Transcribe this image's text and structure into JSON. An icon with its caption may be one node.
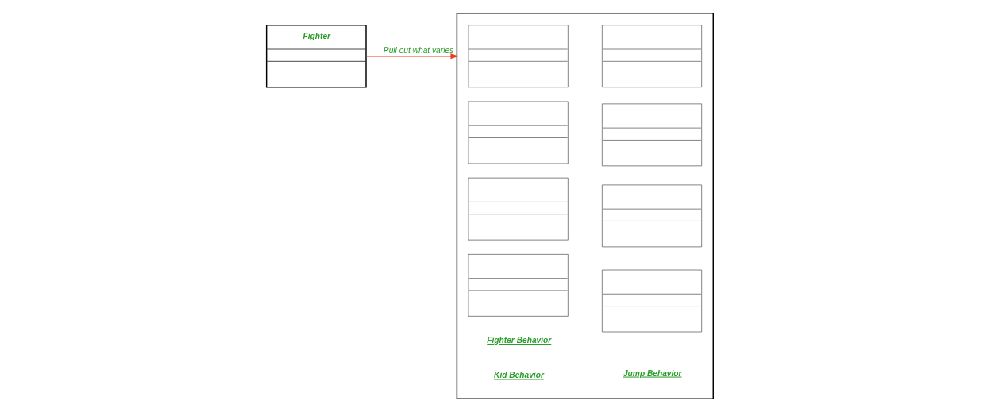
{
  "diagram": {
    "nodes": [
      {
        "text": [
          "Fighter"
        ]
      },
      {
        "text": [],
        "shape": "box"
      },
      {
        "text": [],
        "shape": "box",
        "in": 1
      },
      {
        "text": [],
        "shape": "box",
        "in": 1
      },
      {
        "text": [],
        "shape": "box",
        "in": 1
      },
      {
        "text": [],
        "shape": "box",
        "in": 1
      },
      {
        "text": [],
        "shape": "box",
        "in": 1
      },
      {
        "text": [],
        "shape": "box",
        "in": 1
      },
      {
        "text": [],
        "shape": "box",
        "in": 1
      },
      {
        "text": [],
        "shape": "box",
        "in": 1
      }
    ],
    "edges": [
      {
        "from": 0,
        "to": 1,
        "arrow": "to",
        "label": "Pull out what varies",
        "color": "#f03c1e"
      }
    ],
    "labels": [
      "Fighter Behavior",
      "Kid Behavior",
      "Jump Behavior"
    ]
  }
}
